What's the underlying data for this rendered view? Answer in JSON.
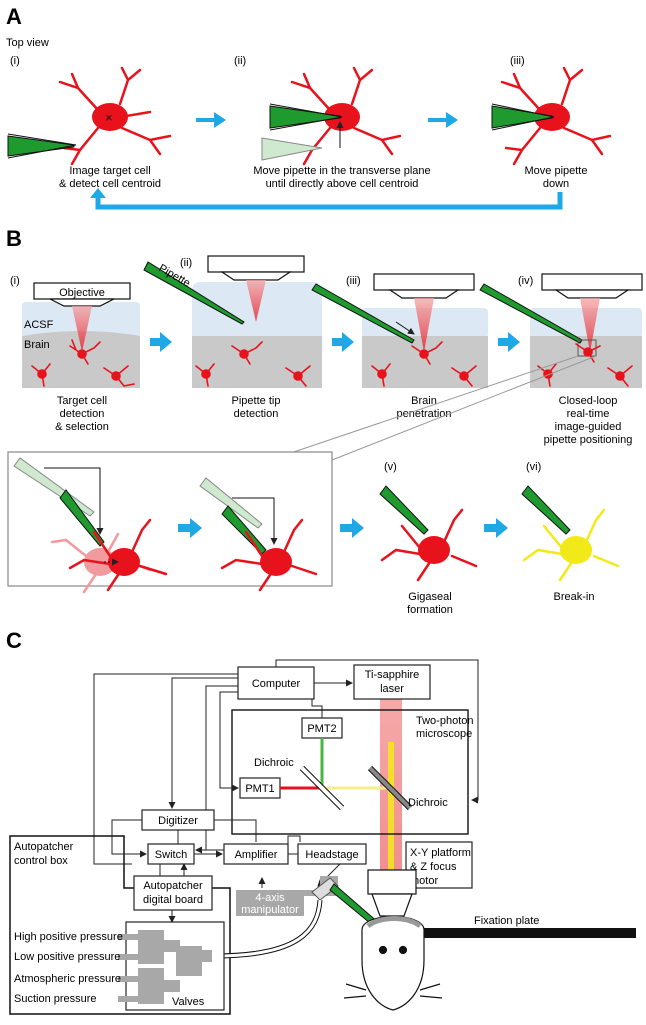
{
  "panels": {
    "a": "A",
    "b": "B",
    "c": "C"
  },
  "colors": {
    "cell": "#e8121c",
    "pipette": "#1f9a2e",
    "arrow": "#1fa8e6",
    "yellow": "#f2ea18",
    "laser": "#f08a8a",
    "brain": "#c9c9c9",
    "acsf": "#dce9f5",
    "gray_block": "#a8a8a8"
  },
  "a": {
    "top_view": "Top view",
    "steps": [
      {
        "num": "(i)",
        "caption_1": "Image target cell",
        "caption_2": "& detect cell centroid"
      },
      {
        "num": "(ii)",
        "caption_1": "Move pipette in the transverse plane",
        "caption_2": "until directly above cell centroid"
      },
      {
        "num": "(iii)",
        "caption_1": "Move pipette",
        "caption_2": "down"
      }
    ]
  },
  "b": {
    "objective": "Objective",
    "pipette": "Pipette",
    "acsf": "ACSF",
    "brain": "Brain",
    "steps": [
      {
        "num": "(i)",
        "lines": [
          "Target cell",
          "detection",
          "& selection"
        ]
      },
      {
        "num": "(ii)",
        "lines": [
          "Pipette tip",
          "detection"
        ]
      },
      {
        "num": "(iii)",
        "lines": [
          "Brain",
          "penetration"
        ]
      },
      {
        "num": "(iv)",
        "lines": [
          "Closed-loop",
          "real-time",
          "image-guided",
          "pipette positioning"
        ]
      },
      {
        "num": "(v)",
        "lines": [
          "Gigaseal",
          "formation"
        ]
      },
      {
        "num": "(vi)",
        "lines": [
          "Break-in"
        ]
      }
    ]
  },
  "c": {
    "computer": "Computer",
    "laser_1": "Ti-sapphire",
    "laser_2": "laser",
    "microscope_1": "Two-photon",
    "microscope_2": "microscope",
    "pmt1": "PMT1",
    "pmt2": "PMT2",
    "dichroic_left": "Dichroic",
    "dichroic_right": "Dichroic",
    "digitizer": "Digitizer",
    "control_box_1": "Autopatcher",
    "control_box_2": "control box",
    "switch": "Switch",
    "amplifier": "Amplifier",
    "headstage": "Headstage",
    "digital_board_1": "Autopatcher",
    "digital_board_2": "digital board",
    "manipulator_1": "4-axis",
    "manipulator_2": "manipulator",
    "platform_1": "X-Y platform",
    "platform_2": "& Z focus",
    "platform_3": "motor",
    "fixation_plate": "Fixation plate",
    "pressures": [
      "High positive pressure",
      "Low positive pressure",
      "Atmospheric pressure",
      "Suction pressure"
    ],
    "valves": "Valves"
  }
}
